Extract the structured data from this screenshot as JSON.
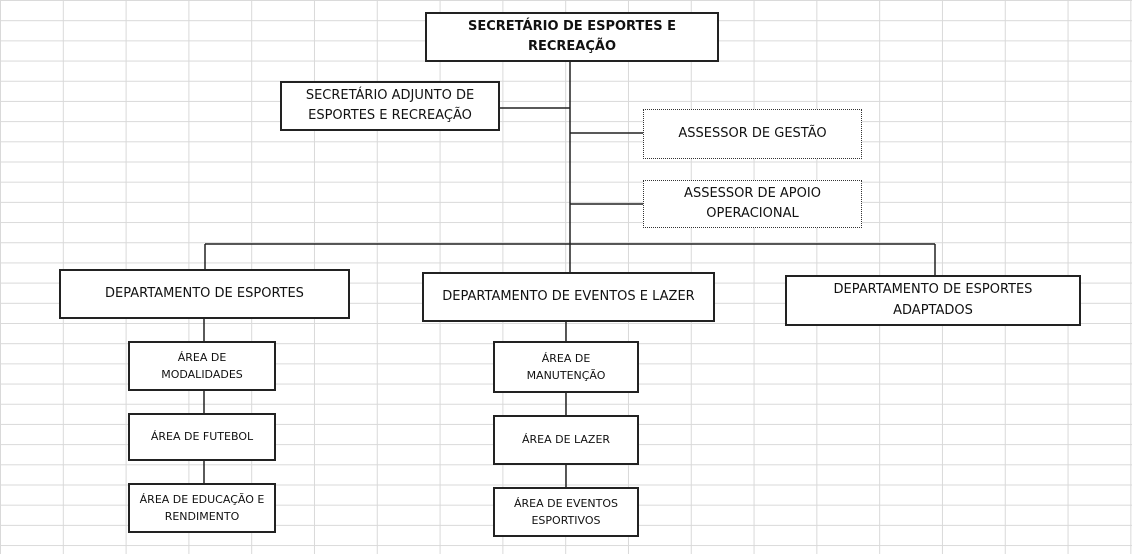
{
  "org": {
    "secretario": "SECRETÁRIO DE ESPORTES E RECREAÇÃO",
    "adjunto": "SECRETÁRIO ADJUNTO DE\nESPORTES E RECREAÇÃO",
    "assessor_gestao": "ASSESSOR DE GESTÃO",
    "assessor_apoio": "ASSESSOR DE APOIO\nOPERACIONAL",
    "dept_esportes": "DEPARTAMENTO DE ESPORTES",
    "dept_eventos": "DEPARTAMENTO DE EVENTOS E LAZER",
    "dept_adaptados": "DEPARTAMENTO DE ESPORTES\nADAPTADOS",
    "area_modalidades": "ÁREA DE\nMODALIDADES",
    "area_futebol": "ÁREA DE FUTEBOL",
    "area_educacao": "ÁREA DE EDUCAÇÃO E\nRENDIMENTO",
    "area_manutencao": "ÁREA DE\nMANUTENÇÃO",
    "area_lazer": "ÁREA DE LAZER",
    "area_eventos_esportivos": "ÁREA DE EVENTOS\nESPORTIVOS"
  }
}
